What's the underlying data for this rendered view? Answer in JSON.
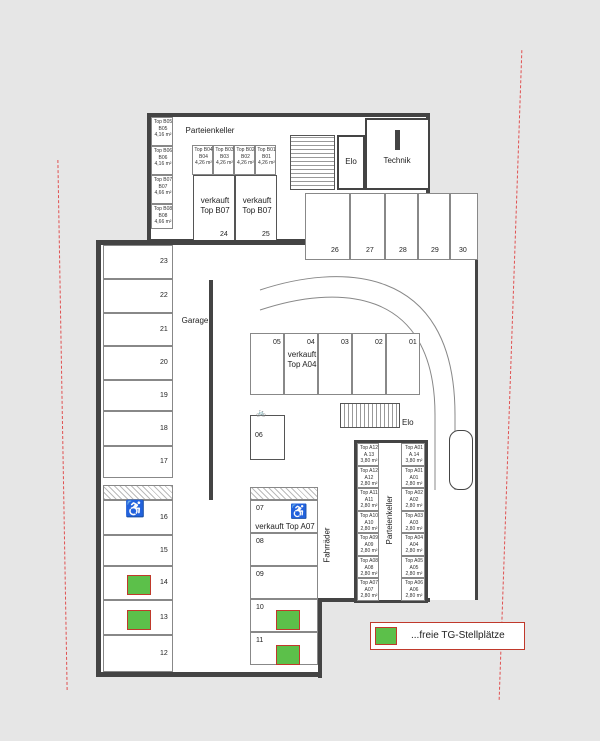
{
  "labels": {
    "garage": "Garage",
    "parteienkeller_top": "Parteienkeller",
    "parteienkeller_right": "Parteienkeller",
    "elo_top": "Elo",
    "technik": "Technik",
    "elo_mid": "Elo",
    "fahrraeder": "Fahrräder",
    "verkauft_b07_1": "verkauft Top B07",
    "verkauft_b07_2": "verkauft Top B07",
    "verkauft_a04": "verkauft Top A04",
    "verkauft_a07": "verkauft Top A07"
  },
  "left_stalls": [
    "23",
    "22",
    "21",
    "20",
    "19",
    "18",
    "17",
    "16",
    "15",
    "14",
    "13",
    "12"
  ],
  "mid_stalls": [
    "07",
    "08",
    "09",
    "10",
    "11"
  ],
  "stall_06": "06",
  "top_stalls": [
    "05",
    "04",
    "03",
    "02",
    "01"
  ],
  "upper_right_stalls": [
    "26",
    "27",
    "28",
    "29",
    "30"
  ],
  "b_stalls": [
    "24",
    "25"
  ],
  "cellars_b_row": [
    {
      "t": "Top B04",
      "s": "B04",
      "a": "4,26 m²"
    },
    {
      "t": "Top B03",
      "s": "B03",
      "a": "4,26 m²"
    },
    {
      "t": "Top B02",
      "s": "B02",
      "a": "4,26 m²"
    },
    {
      "t": "Top B01",
      "s": "B01",
      "a": "4,26 m²"
    }
  ],
  "cellars_b_col": [
    {
      "t": "Top B05",
      "s": "B05",
      "a": "4,16 m²"
    },
    {
      "t": "Top B06",
      "s": "B06",
      "a": "4,16 m²"
    },
    {
      "t": "Top B07",
      "s": "B07",
      "a": "4,66 m²"
    },
    {
      "t": "Top B08",
      "s": "B08",
      "a": "4,66 m²"
    }
  ],
  "cellars_a_left": [
    {
      "t": "Top A12",
      "s": "A.13",
      "a": "3,80 m²"
    },
    {
      "t": "Top A12",
      "s": "A12",
      "a": "2,80 m²"
    },
    {
      "t": "Top A11",
      "s": "A11",
      "a": "2,80 m²"
    },
    {
      "t": "Top A10",
      "s": "A10",
      "a": "2,80 m²"
    },
    {
      "t": "Top A09",
      "s": "A09",
      "a": "2,80 m²"
    },
    {
      "t": "Top A08",
      "s": "A08",
      "a": "2,80 m²"
    },
    {
      "t": "Top A07",
      "s": "A07",
      "a": "2,80 m²"
    }
  ],
  "cellars_a_right": [
    {
      "t": "Top A01",
      "s": "A.14",
      "a": "3,80 m²"
    },
    {
      "t": "Top A01",
      "s": "A01",
      "a": "2,80 m²"
    },
    {
      "t": "Top A02",
      "s": "A02",
      "a": "2,80 m²"
    },
    {
      "t": "Top A03",
      "s": "A03",
      "a": "2,80 m²"
    },
    {
      "t": "Top A04",
      "s": "A04",
      "a": "2,80 m²"
    },
    {
      "t": "Top A05",
      "s": "A05",
      "a": "2,80 m²"
    },
    {
      "t": "Top A06",
      "s": "A06",
      "a": "2,80 m²"
    }
  ],
  "legend": {
    "text": "...freie TG-Stellplätze",
    "color": "#5cc04a",
    "border": "#c0392b"
  },
  "free_stalls": [
    "14",
    "13",
    "10",
    "11"
  ]
}
